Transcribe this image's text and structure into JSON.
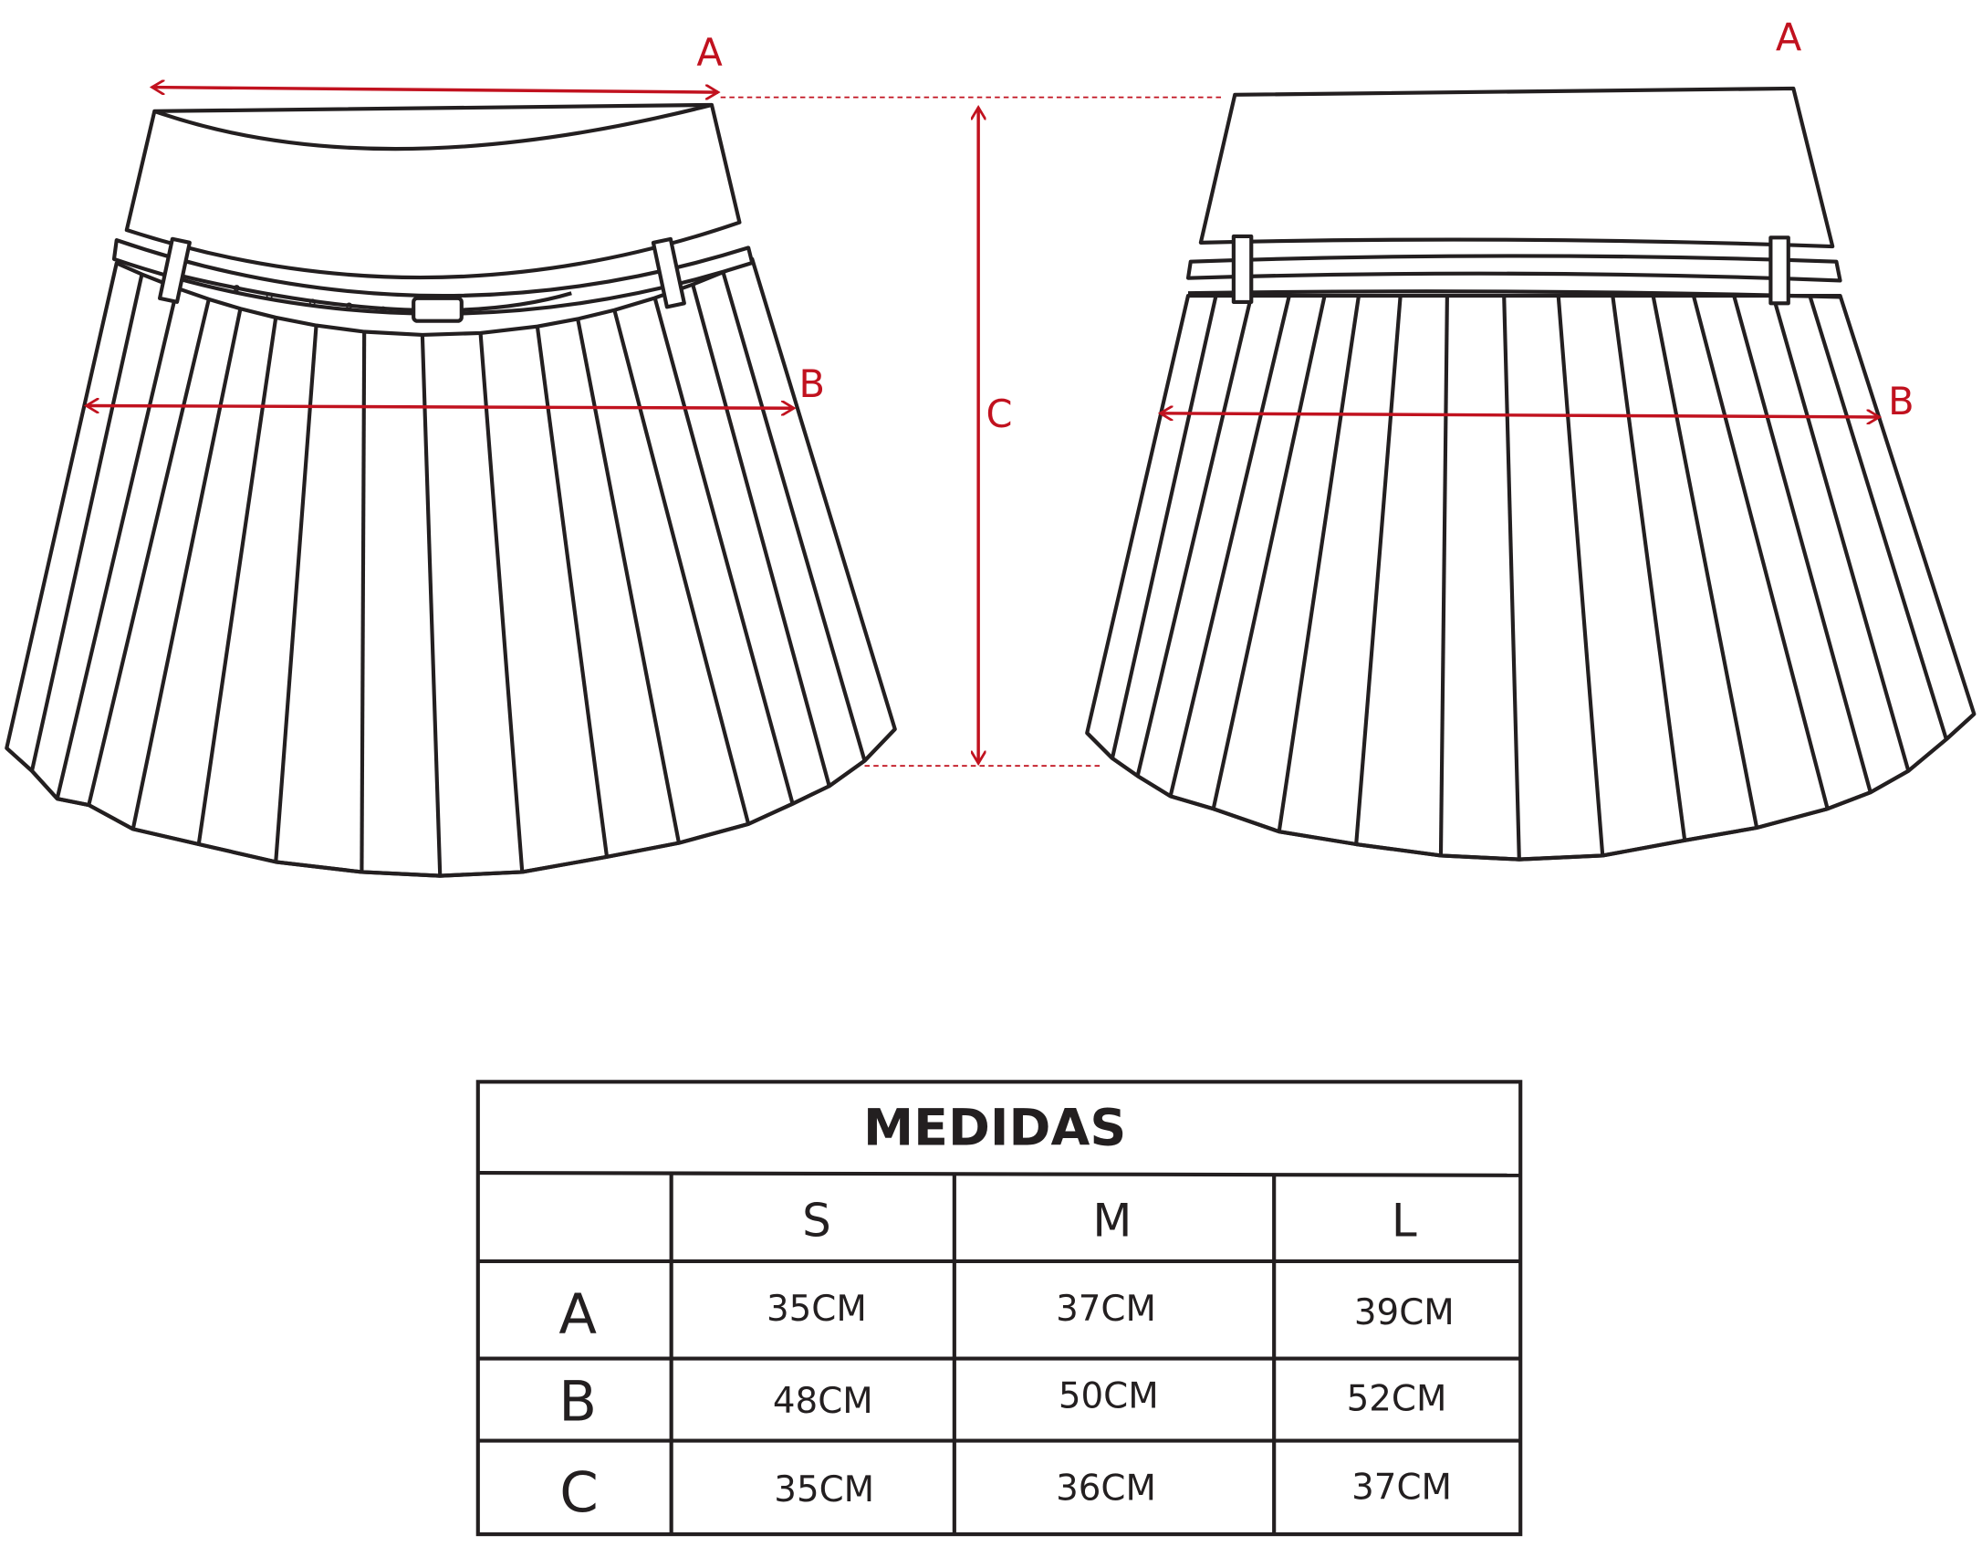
{
  "labels": {
    "a": "A",
    "b": "B",
    "c": "C"
  },
  "colors": {
    "measure": "#c1121f",
    "outline": "#231f20"
  },
  "table": {
    "title": "MEDIDAS",
    "headers": [
      "",
      "S",
      "M",
      "L"
    ],
    "rows": [
      {
        "label": "A",
        "values": [
          "35CM",
          "37CM",
          "39CM"
        ]
      },
      {
        "label": "B",
        "values": [
          "48CM",
          "50CM",
          "52CM"
        ]
      },
      {
        "label": "C",
        "values": [
          "35CM",
          "36CM",
          "37CM"
        ]
      }
    ]
  }
}
